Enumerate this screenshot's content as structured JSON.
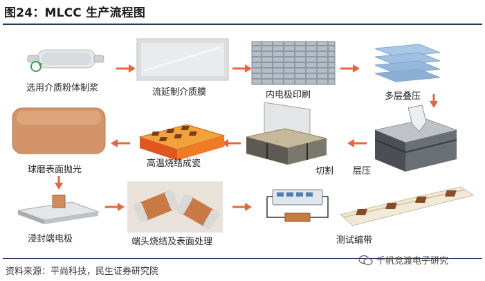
{
  "title": "图24：MLCC 生产流程图",
  "source": "资料来源：平尚科技，民生证券研究院",
  "watermark": "千帆竞渡电子研究",
  "steps": [
    {
      "label": "选用介质粉体制浆"
    },
    {
      "label": "流延制介质膜"
    },
    {
      "label": "内电极印刷"
    },
    {
      "label": "多层叠压"
    },
    {
      "label": "层压"
    },
    {
      "label": "切割"
    },
    {
      "label": "高温烧结成瓷"
    },
    {
      "label": "球磨表面抛光"
    },
    {
      "label": "浸封端电极"
    },
    {
      "label": "端头烧结及表面处理"
    },
    {
      "label": "测试编带"
    }
  ],
  "colors": {
    "arrow": "#e8643c",
    "rule": "#1f3b5c",
    "ceramic": "#c9865a",
    "electrode": "#d0d0d0"
  }
}
